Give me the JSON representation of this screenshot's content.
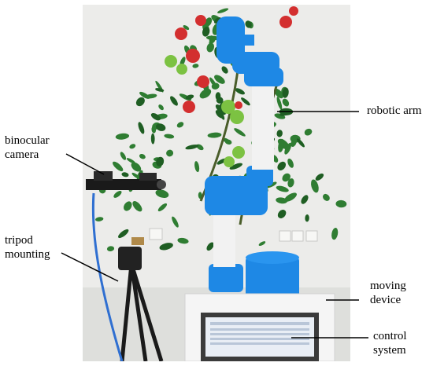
{
  "labels": {
    "robotic_arm": "robotic arm",
    "binocular_camera_line1": "binocular",
    "binocular_camera_line2": "camera",
    "tripod_mounting_line1": "tripod",
    "tripod_mounting_line2": "mounting",
    "moving_device_line1": "moving",
    "moving_device_line2": "device",
    "control_system_line1": "control",
    "control_system_line2": "system"
  },
  "colors": {
    "arm_blue": "#1e88e5",
    "arm_white": "#f2f2f2",
    "leaf_green": "#2f7d32",
    "apple_red": "#d32f2f",
    "apple_green": "#7cc242",
    "cable_blue": "#2f6fd1",
    "wall": "#ececea"
  }
}
